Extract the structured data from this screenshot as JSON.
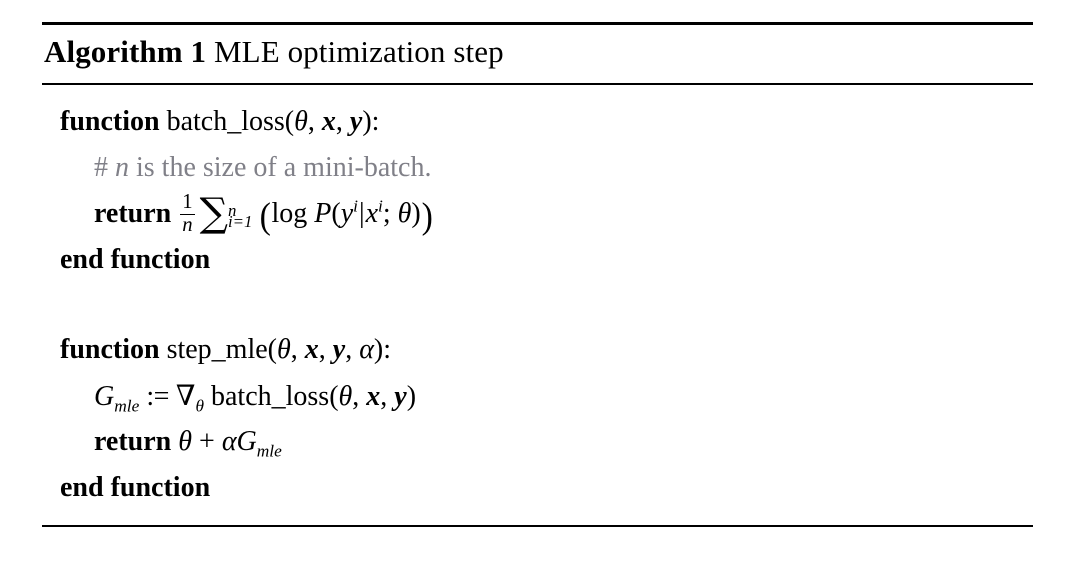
{
  "document": {
    "kind": "algorithm-block",
    "background_color": "#ffffff",
    "text_color": "#000000",
    "comment_color": "#808088"
  },
  "caption": {
    "keyword": "Algorithm",
    "number": "1",
    "title": "MLE optimization step",
    "full_text": "Algorithm 1 MLE optimization step"
  },
  "keywords": {
    "function": "function",
    "end_function": "end function",
    "return": "return"
  },
  "body": {
    "function_one": {
      "signature_name": "batch_loss",
      "signature_args": "(θ, x, y):",
      "comment": "# n is the size of a mini-batch.",
      "comment_hash": "#",
      "comment_var": "n",
      "comment_rest": "is the size of a mini-batch.",
      "return_expr": "1/n ∑_{i=1}^{n} ( log P(y^i|x^i; θ) )",
      "frac_numerator": "1",
      "frac_denominator": "n",
      "sum_symbol": "∑",
      "sum_lower": "i=1",
      "sum_upper": "n",
      "log_text": "log",
      "prob_symbol": "P",
      "prob_y": "y",
      "prob_x": "x",
      "superscript_i": "i",
      "theta": "θ",
      "semicolon": ";",
      "mid_bar": "|"
    },
    "function_two": {
      "signature_name": "step_mle",
      "signature_args": "(θ, x, y, α):",
      "assign_lhs": "G",
      "assign_lhs_sub": "mle",
      "assign_op": ":=",
      "nabla": "∇",
      "nabla_sub": "θ",
      "assign_rhs_fn": "batch_loss",
      "assign_rhs_args": "(θ, x, y)",
      "return_theta": "θ",
      "return_plus": "+",
      "return_alpha": "α",
      "return_G": "G",
      "return_G_sub": "mle",
      "return_expr": "θ + αG_{mle}"
    }
  }
}
